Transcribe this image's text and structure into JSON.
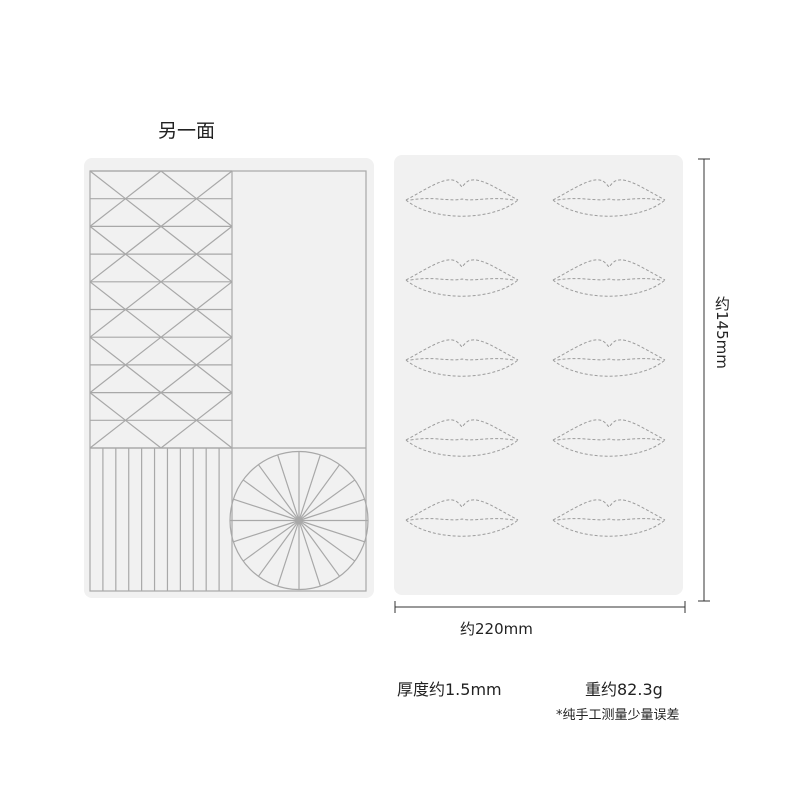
{
  "title": "另一面",
  "dimensions": {
    "height": "约145mm",
    "width": "约220mm"
  },
  "specs": {
    "thickness": "厚度约1.5mm",
    "weight": "重约82.3g",
    "note": "*纯手工测量少量误差"
  },
  "colors": {
    "panel": "#f1f1f1",
    "grid_line": "#a8a8a8",
    "stitch": "#9c9c9c"
  },
  "lip_patterns": {
    "rows": 5,
    "columns": 2
  }
}
